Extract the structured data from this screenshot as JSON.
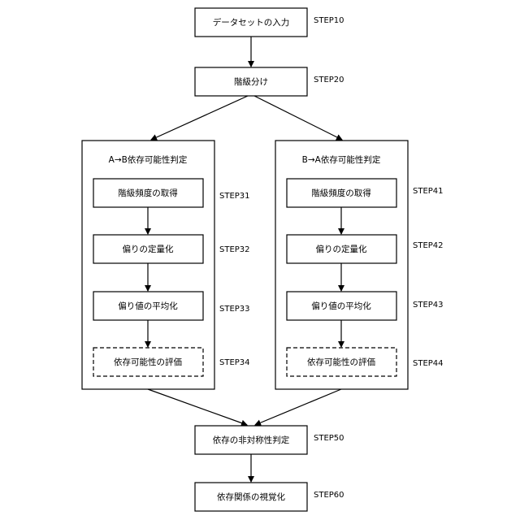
{
  "steps": {
    "s10": {
      "label": "データセットの入力",
      "step": "STEP10"
    },
    "s20": {
      "label": "階級分け",
      "step": "STEP20"
    },
    "left_panel": {
      "title": "A→B依存可能性判定"
    },
    "right_panel": {
      "title": "B→A依存可能性判定"
    },
    "s31": {
      "label": "階級頻度の取得",
      "step": "STEP31"
    },
    "s32": {
      "label": "偏りの定量化",
      "step": "STEP32"
    },
    "s33": {
      "label": "偏り値の平均化",
      "step": "STEP33"
    },
    "s34": {
      "label": "依存可能性の評価",
      "step": "STEP34"
    },
    "s41": {
      "label": "階級頻度の取得",
      "step": "STEP41"
    },
    "s42": {
      "label": "偏りの定量化",
      "step": "STEP42"
    },
    "s43": {
      "label": "偏り値の平均化",
      "step": "STEP43"
    },
    "s44": {
      "label": "依存可能性の評価",
      "step": "STEP44"
    },
    "s50": {
      "label": "依存の非対称性判定",
      "step": "STEP50"
    },
    "s60": {
      "label": "依存関係の視覚化",
      "step": "STEP60"
    }
  }
}
